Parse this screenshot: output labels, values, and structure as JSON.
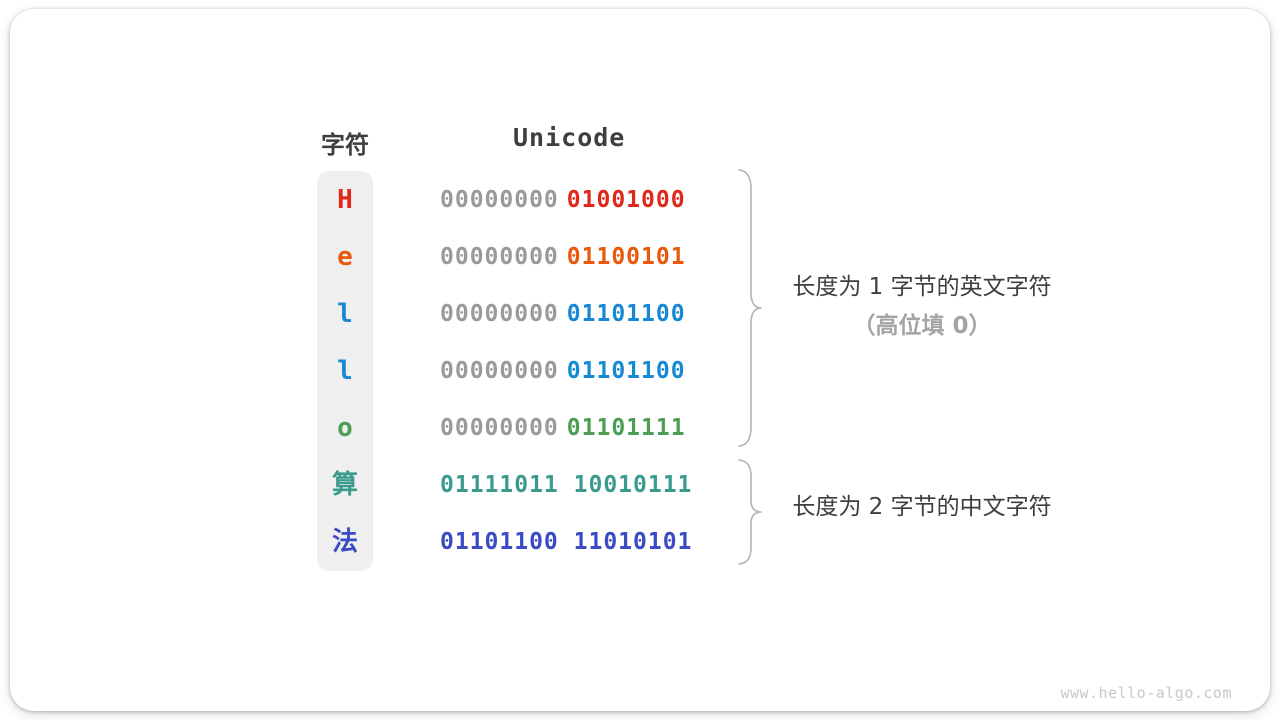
{
  "header": {
    "char_label": "字符",
    "unicode_label": "Unicode"
  },
  "rows": [
    {
      "char": "H",
      "prefix": "00000000",
      "byte": "01001000",
      "color": "#e0281a"
    },
    {
      "char": "e",
      "prefix": "00000000",
      "byte": "01100101",
      "color": "#e8590c"
    },
    {
      "char": "l",
      "prefix": "00000000",
      "byte": "01101100",
      "color": "#1789d4"
    },
    {
      "char": "l",
      "prefix": "00000000",
      "byte": "01101100",
      "color": "#1789d4"
    },
    {
      "char": "o",
      "prefix": "00000000",
      "byte": "01101111",
      "color": "#4b9e54"
    },
    {
      "char": "算",
      "prefix": "",
      "byte": "01111011 10010111",
      "color": "#3a9a8e"
    },
    {
      "char": "法",
      "prefix": "",
      "byte": "01101100 11010101",
      "color": "#3a4bc4"
    }
  ],
  "annotations": {
    "english": {
      "line1": "长度为 1 字节的英文字符",
      "line2": "（高位填 0）"
    },
    "chinese": {
      "line1": "长度为 2 字节的中文字符"
    }
  },
  "watermark": "www.hello-algo.com",
  "colors": {
    "gray_bits": "#9a9a9a",
    "pill_bg": "#efefef",
    "text_dark": "#3e3e3e",
    "text_gray": "#a4a4a4",
    "brace": "#b4b4b4",
    "watermark": "#c8c8c8"
  }
}
